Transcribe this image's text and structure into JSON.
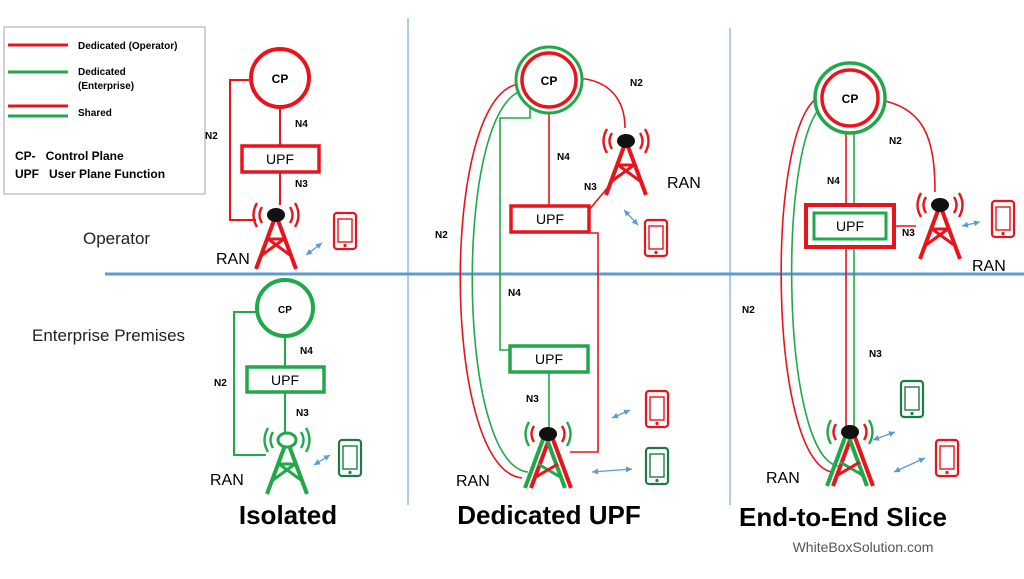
{
  "legend": {
    "dedicated_operator": "Dedicated (Operator)",
    "dedicated_enterprise_1": "Dedicated",
    "dedicated_enterprise_2": "(Enterprise)",
    "shared": "Shared",
    "cp_def": "CP-   Control Plane",
    "upf_def": "UPF   User Plane Function"
  },
  "sections": {
    "operator": "Operator",
    "enterprise": "Enterprise Premises"
  },
  "nodes": {
    "cp": "CP",
    "upf": "UPF",
    "ran": "RAN"
  },
  "interfaces": {
    "n2": "N2",
    "n3": "N3",
    "n4": "N4"
  },
  "titles": {
    "isolated": "Isolated",
    "dedicated_upf": "Dedicated UPF",
    "e2e_slice": "End-to-End Slice"
  },
  "credit": "WhiteBoxSolution.com",
  "colors": {
    "operator": "#e8141c",
    "enterprise": "#21a84a",
    "enterprise_dark": "#1d7a45",
    "divider": "#5b9bd5"
  }
}
